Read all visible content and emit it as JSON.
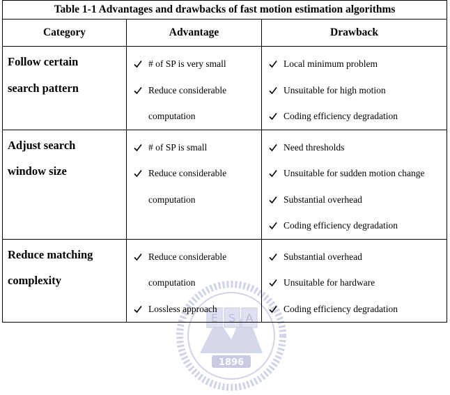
{
  "table": {
    "caption": "Table 1-1 Advantages and drawbacks of fast motion estimation algorithms",
    "headers": [
      "Category",
      "Advantage",
      "Drawback"
    ],
    "rows": [
      {
        "category": [
          "Follow certain",
          "search pattern"
        ],
        "advantage": [
          {
            "text": "# of SP is very small"
          },
          {
            "text": "Reduce considerable",
            "cont": "computation"
          }
        ],
        "drawback": [
          {
            "text": "Local minimum problem"
          },
          {
            "text": "Unsuitable for high motion"
          },
          {
            "text": "Coding efficiency degradation"
          }
        ]
      },
      {
        "category": [
          "Adjust search",
          "window size"
        ],
        "advantage": [
          {
            "text": "# of SP is small"
          },
          {
            "text": "Reduce considerable",
            "cont": "computation"
          }
        ],
        "drawback": [
          {
            "text": "Need thresholds"
          },
          {
            "text": "Unsuitable for sudden motion change"
          },
          {
            "text": "Substantial overhead"
          },
          {
            "text": "Coding efficiency degradation"
          }
        ]
      },
      {
        "category": [
          "Reduce matching",
          "complexity"
        ],
        "advantage": [
          {
            "text": "Reduce considerable",
            "cont": "computation"
          },
          {
            "text": "Lossless approach"
          }
        ],
        "drawback": [
          {
            "text": "Substantial overhead"
          },
          {
            "text": "Unsuitable for hardware"
          },
          {
            "text": "Coding efficiency degradation"
          }
        ]
      }
    ]
  },
  "watermark": {
    "letters": [
      "E",
      "S",
      "A"
    ],
    "year": "1896",
    "color": "#9aa0c8"
  }
}
